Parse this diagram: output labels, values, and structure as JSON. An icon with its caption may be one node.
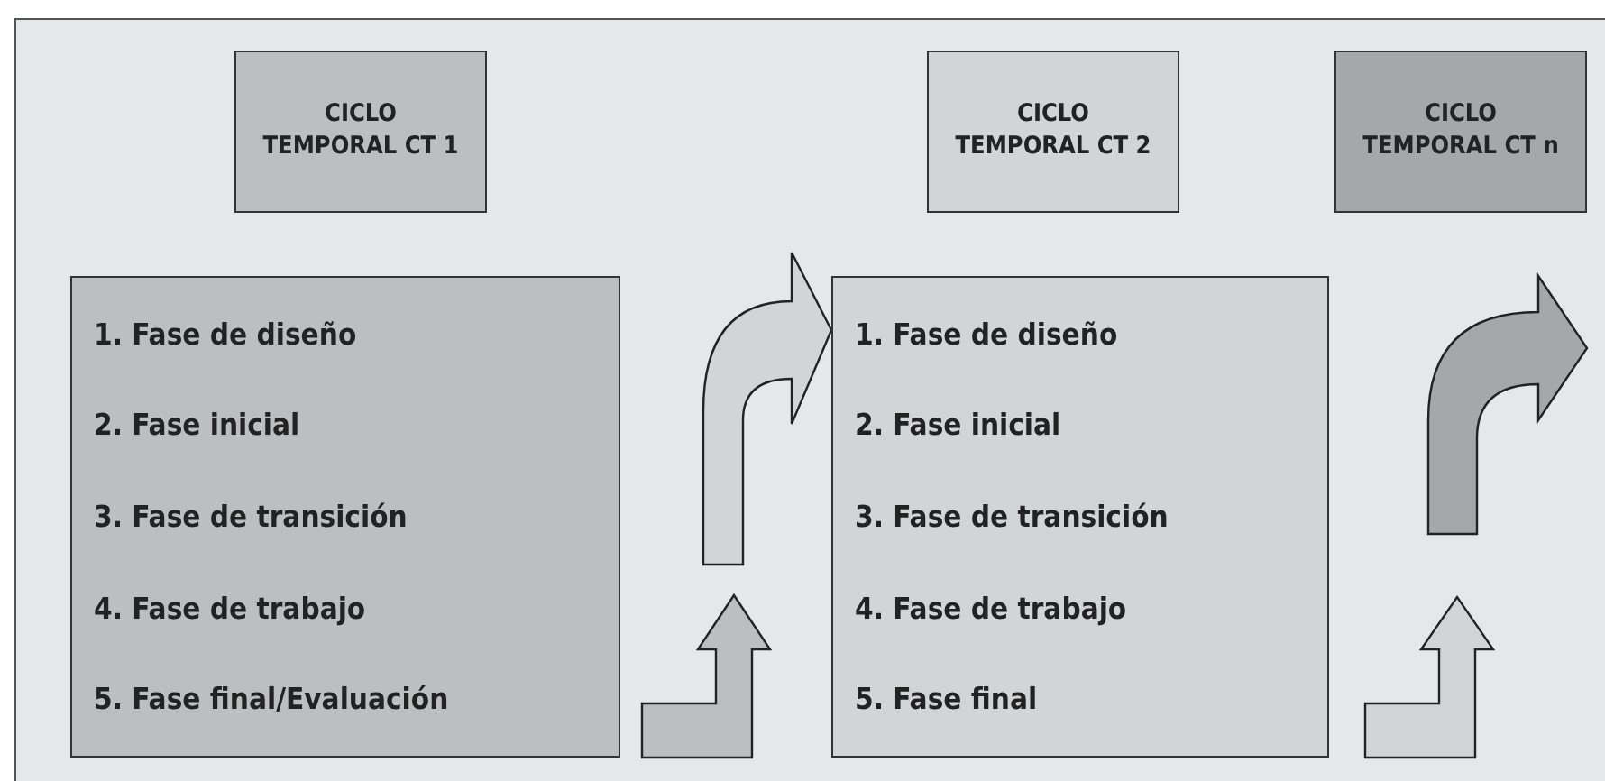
{
  "diagram": {
    "nodes": [
      {
        "text": [
          "CICLO TEMPORAL CT 1"
        ]
      },
      {
        "text": [
          "CICLO TEMPORAL CT 2"
        ]
      },
      {
        "text": [
          "CICLO TEMPORAL CT n"
        ]
      },
      {
        "text": [
          "1. Fase de diseño",
          "2. Fase inicial",
          "3. Fase de transición",
          "4. Fase de trabajo",
          "5. Fase final/Evaluación"
        ]
      },
      {
        "text": [
          "1. Fase de diseño",
          "2. Fase inicial",
          "3. Fase de transición",
          "4. Fase de trabajo",
          "5. Fase final"
        ]
      }
    ],
    "edges": [
      {
        "from": null,
        "to": 4,
        "arrow": "to"
      }
    ]
  }
}
